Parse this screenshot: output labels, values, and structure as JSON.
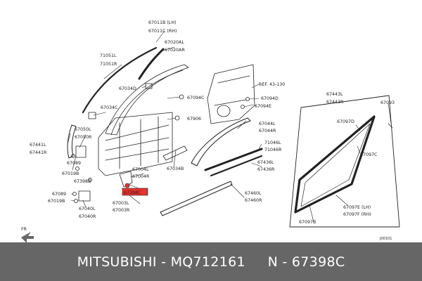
{
  "labels": {
    "l67011": [
      "67011B (LH)",
      "67011C (RH)"
    ],
    "l67020": [
      "67020AL",
      "67020AR"
    ],
    "l71051": [
      "71051L",
      "71051R"
    ],
    "l67034d": [
      "67034D"
    ],
    "ref": [
      "REF. 43-130"
    ],
    "l67094c": [
      "67094C"
    ],
    "l67094d": [
      "67094D"
    ],
    "l67094e": [
      "67094E"
    ],
    "l67034c": [
      "67034C"
    ],
    "l67906": [
      "67906"
    ],
    "l67050": [
      "67050L",
      "67050R"
    ],
    "l67441": [
      "67441L",
      "67441R"
    ],
    "l67089a": [
      "67089"
    ],
    "l67019ba": [
      "67019B"
    ],
    "l67398b": [
      "67398B"
    ],
    "l67034b": [
      "67034B"
    ],
    "l67004": [
      "67004L",
      "67004R"
    ],
    "l67398c": [
      "67398C"
    ],
    "l67089b": [
      "67089"
    ],
    "l67019bb": [
      "67019B"
    ],
    "l67040": [
      "67040L",
      "67040R"
    ],
    "l67003": [
      "67003L",
      "67003R"
    ],
    "l67044": [
      "67044L",
      "67044R"
    ],
    "l71046": [
      "71046L",
      "71046R"
    ],
    "l67436": [
      "67436L",
      "67436R"
    ],
    "l67460": [
      "67460L",
      "67460R"
    ],
    "l67443": [
      "67443L",
      "67443R"
    ],
    "l67093": [
      "67093"
    ],
    "l67097d": [
      "67097D"
    ],
    "l67097c": [
      "67097C"
    ],
    "l67097e": [
      "67097E (LH)",
      "67097F (RH)"
    ],
    "l67097b": [
      "67097B"
    ],
    "fr": [
      "FR"
    ],
    "code": [
      "J00101"
    ]
  },
  "footer": {
    "brand": "MITSUBISHI",
    "separator": " - ",
    "part_number": "MQ712161",
    "gap": "     ",
    "ref_number": "N - 67398C"
  },
  "colors": {
    "highlight_fill": "#e8322d",
    "footer_bg": "#666666",
    "line": "#222222"
  }
}
